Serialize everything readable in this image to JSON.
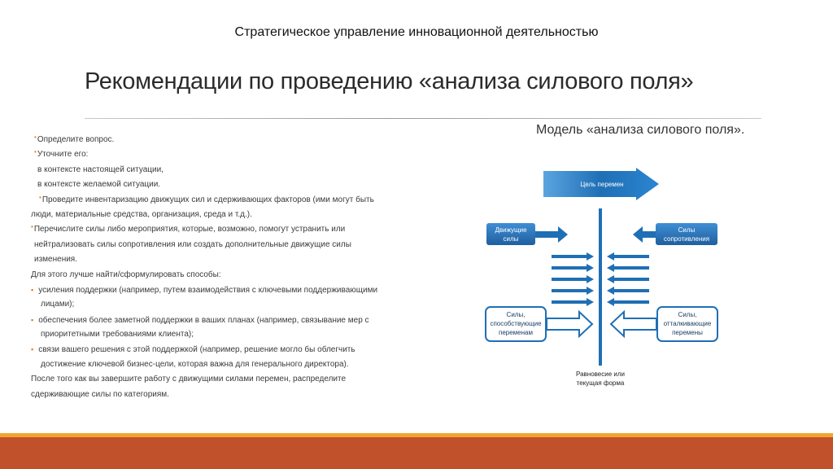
{
  "header": "Стратегическое управление инновационной деятельностью",
  "title": "Рекомендации по проведению «анализа силового поля»",
  "model_caption": "Модель «анализа силового поля».",
  "body_lines": [
    {
      "kind": "star",
      "indent": 4,
      "text": "Определите вопрос."
    },
    {
      "kind": "star",
      "indent": 4,
      "text": "Уточните его:"
    },
    {
      "kind": "plain",
      "indent": 8,
      "text": "в контексте настоящей ситуации,"
    },
    {
      "kind": "plain",
      "indent": 8,
      "text": "в контексте желаемой ситуации."
    },
    {
      "kind": "star",
      "indent": 10,
      "text": "Проведите инвентаризацию движущих сил и сдерживающих факторов (ими могут быть"
    },
    {
      "kind": "plain",
      "indent": 0,
      "text": "люди, материальные средства, организация, среда и т.д.)."
    },
    {
      "kind": "star",
      "indent": 0,
      "text": "Перечислите силы либо мероприятия, которые, возможно, помогут устранить или"
    },
    {
      "kind": "plain",
      "indent": 4,
      "text": "нейтрализовать силы сопротивления или создать дополнительные движущие силы"
    },
    {
      "kind": "plain",
      "indent": 4,
      "text": "изменения."
    },
    {
      "kind": "plain",
      "indent": 0,
      "text": "Для этого лучше найти/сформулировать способы:"
    },
    {
      "kind": "dot",
      "indent": 0,
      "text": "усиления поддержки (например, путем взаимодействия с ключевыми поддерживающими"
    },
    {
      "kind": "plain",
      "indent": 12,
      "text": "лицами);"
    },
    {
      "kind": "dot",
      "indent": 0,
      "text": "обеспечения более заметной поддержки в ваших планах (например, связывание мер с"
    },
    {
      "kind": "plain",
      "indent": 12,
      "text": "приоритетными требованиями клиента);"
    },
    {
      "kind": "dot",
      "indent": 0,
      "text": "связи вашего решения с этой поддержкой (например, решение могло бы облегчить"
    },
    {
      "kind": "plain",
      "indent": 12,
      "text": "достижение ключевой бизнес-цели, которая важна для генерального директора)."
    },
    {
      "kind": "plain",
      "indent": 0,
      "text": "После того как вы завершите работу с движущими силами перемен, распределите"
    },
    {
      "kind": "plain",
      "indent": 0,
      "text": "сдерживающие силы по категориям."
    }
  ],
  "diagram": {
    "goal_label": "Цель перемен",
    "driving_forces": [
      "Движущие",
      "силы"
    ],
    "resisting_forces": [
      "Силы",
      "сопротивления"
    ],
    "supporting_forces": [
      "Силы,",
      "способствующие",
      "переменам"
    ],
    "repelling_forces": [
      "Силы,",
      "отталкивающие",
      "перемены"
    ],
    "equilibrium": [
      "Равновесие или",
      "текущая форма"
    ]
  },
  "colors": {
    "accent_blue": "#1f6fb5",
    "footer_orange": "#c0512a",
    "footer_stripe": "#f0a530",
    "bullet_orange": "#e07a1f"
  }
}
